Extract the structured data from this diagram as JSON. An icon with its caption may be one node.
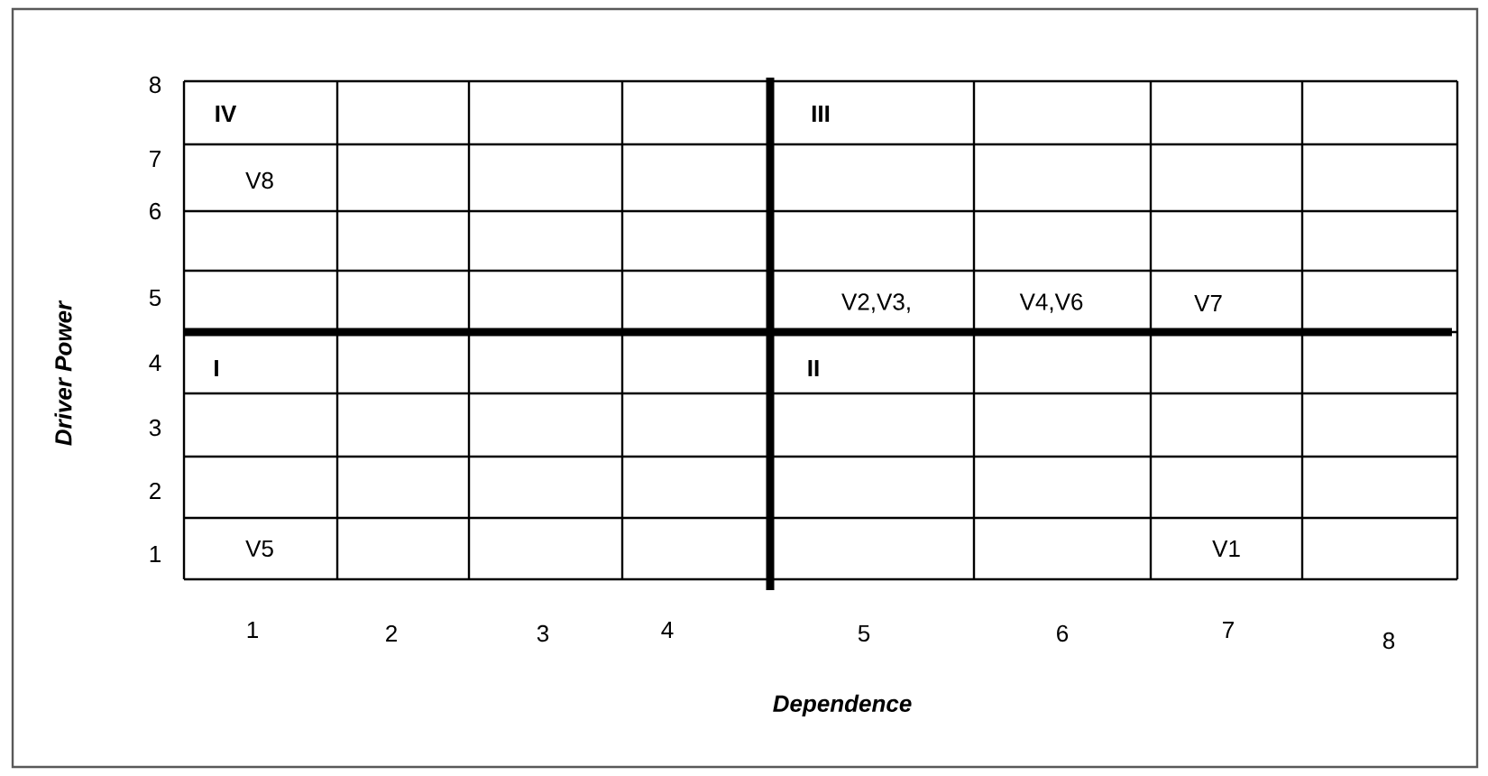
{
  "diagram": {
    "labels": [
      "Driver Power",
      "8",
      "IV",
      "III",
      "7",
      "V8",
      "6",
      "5",
      "V2,V3,",
      "V4,V6",
      "V7",
      "4",
      "I",
      "II",
      "3",
      "2",
      "1",
      "V5",
      "V1",
      "1",
      "2",
      "3",
      "4",
      "5",
      "6",
      "7",
      "8",
      "Dependence"
    ]
  }
}
